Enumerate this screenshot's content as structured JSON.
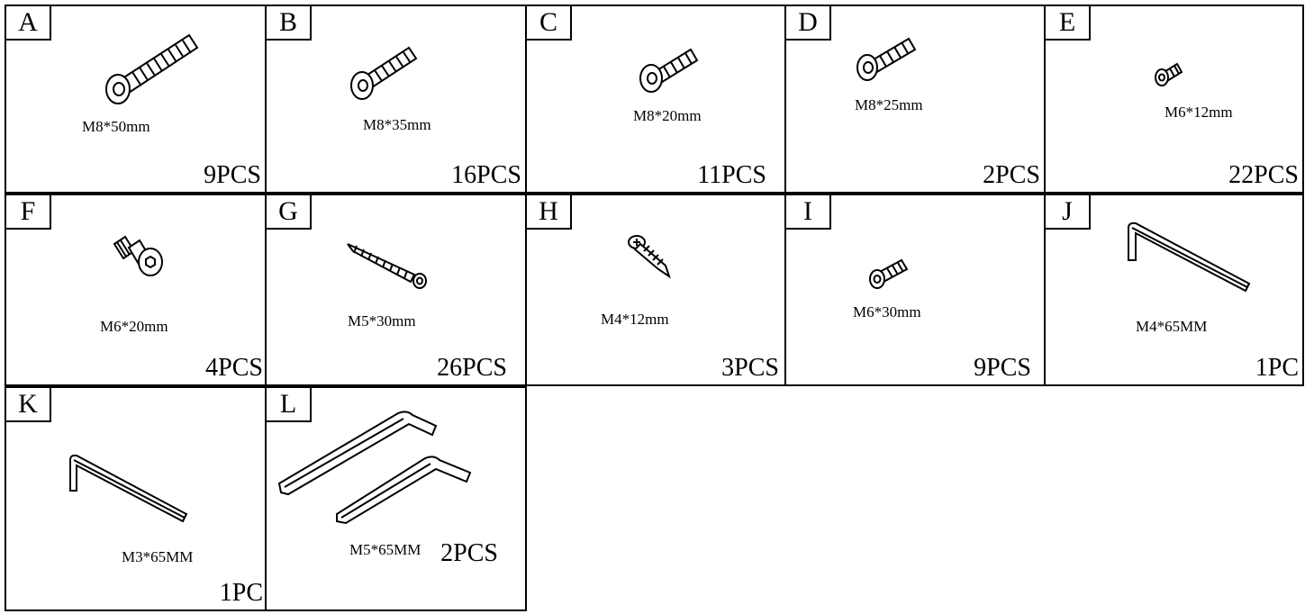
{
  "parts": [
    {
      "letter": "A",
      "size": "M8*50mm",
      "qty": "9PCS",
      "icon": "bolt-long-icon"
    },
    {
      "letter": "B",
      "size": "M8*35mm",
      "qty": "16PCS",
      "icon": "bolt-medium-icon"
    },
    {
      "letter": "C",
      "size": "M8*20mm",
      "qty": "11PCS",
      "icon": "bolt-short-icon"
    },
    {
      "letter": "D",
      "size": "M8*25mm",
      "qty": "2PCS",
      "icon": "bolt-short-icon"
    },
    {
      "letter": "E",
      "size": "M6*12mm",
      "qty": "22PCS",
      "icon": "flat-head-screw-icon"
    },
    {
      "letter": "F",
      "size": "M6*20mm",
      "qty": "4PCS",
      "icon": "shoulder-bolt-icon"
    },
    {
      "letter": "G",
      "size": "M5*30mm",
      "qty": "26PCS",
      "icon": "wood-screw-icon"
    },
    {
      "letter": "H",
      "size": "M4*12mm",
      "qty": "3PCS",
      "icon": "phillips-screw-icon"
    },
    {
      "letter": "I",
      "size": "M6*30mm",
      "qty": "9PCS",
      "icon": "flat-head-screw-icon"
    },
    {
      "letter": "J",
      "size": "M4*65MM",
      "qty": "1PC",
      "icon": "allen-key-icon"
    },
    {
      "letter": "K",
      "size": "M3*65MM",
      "qty": "1PC",
      "icon": "allen-key-icon"
    },
    {
      "letter": "L",
      "size": "M5*65MM",
      "qty": "2PCS",
      "icon": "allen-keys-pair-icon"
    }
  ]
}
